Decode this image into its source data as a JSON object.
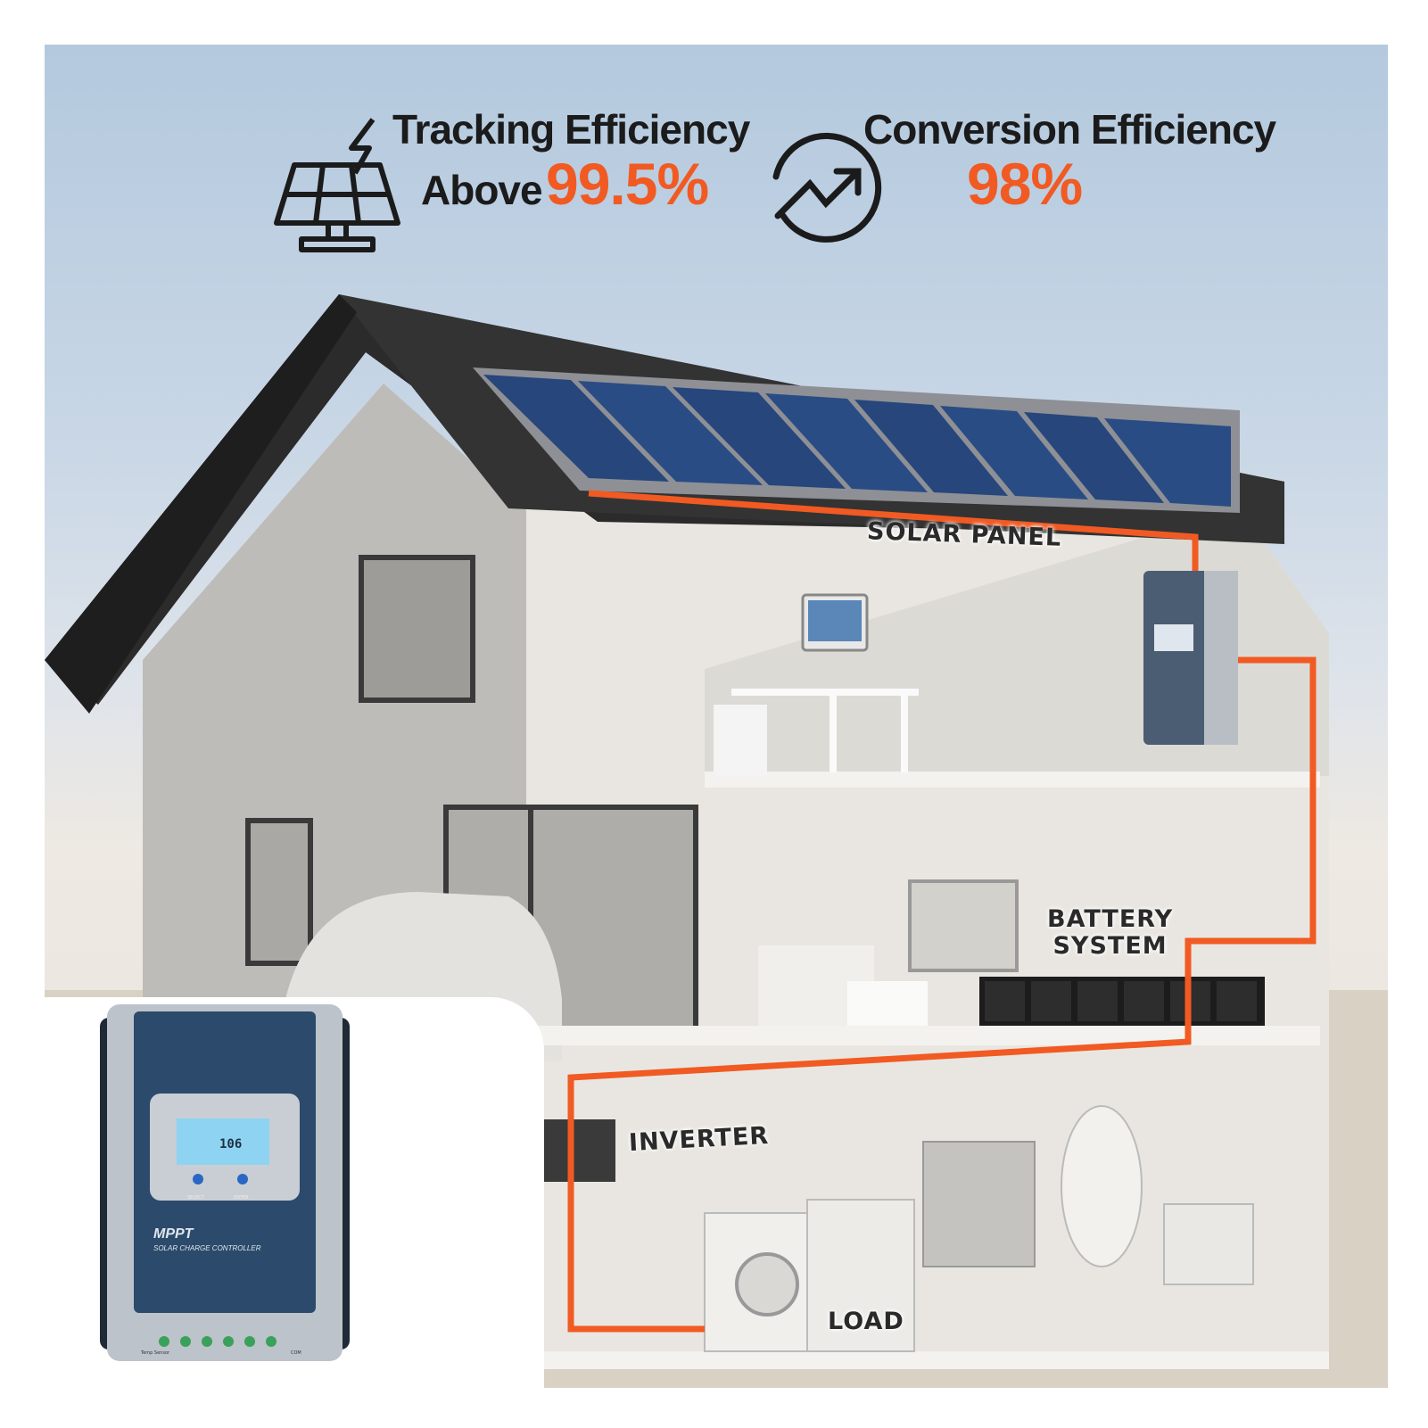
{
  "header": {
    "tracking_title": "Tracking Efficiency",
    "tracking_prefix": "Above",
    "tracking_value": "99.5%",
    "conversion_title": "Conversion Efficiency",
    "conversion_value": "98%"
  },
  "labels": {
    "solar_panel": "SOLAR PANEL",
    "battery_line1": "BATTERY",
    "battery_line2": "SYSTEM",
    "inverter": "INVERTER",
    "load": "LOAD"
  },
  "controller": {
    "brand": "MPPT",
    "subtitle": "SOLAR CHARGE CONTROLLER",
    "display_value": "106",
    "button_select": "SELECT",
    "button_enter": "ENTER",
    "footer_left": "Temp Sensor",
    "footer_right": "COM"
  },
  "colors": {
    "accent": "#f15a22",
    "roof": "#2b2b2b",
    "wall": "#c8c7c3",
    "panel": "#2a4a7f",
    "controller_body": "#2c4a6b"
  },
  "icons": [
    "solar-panel-icon",
    "lightning-icon",
    "growth-chart-icon"
  ]
}
